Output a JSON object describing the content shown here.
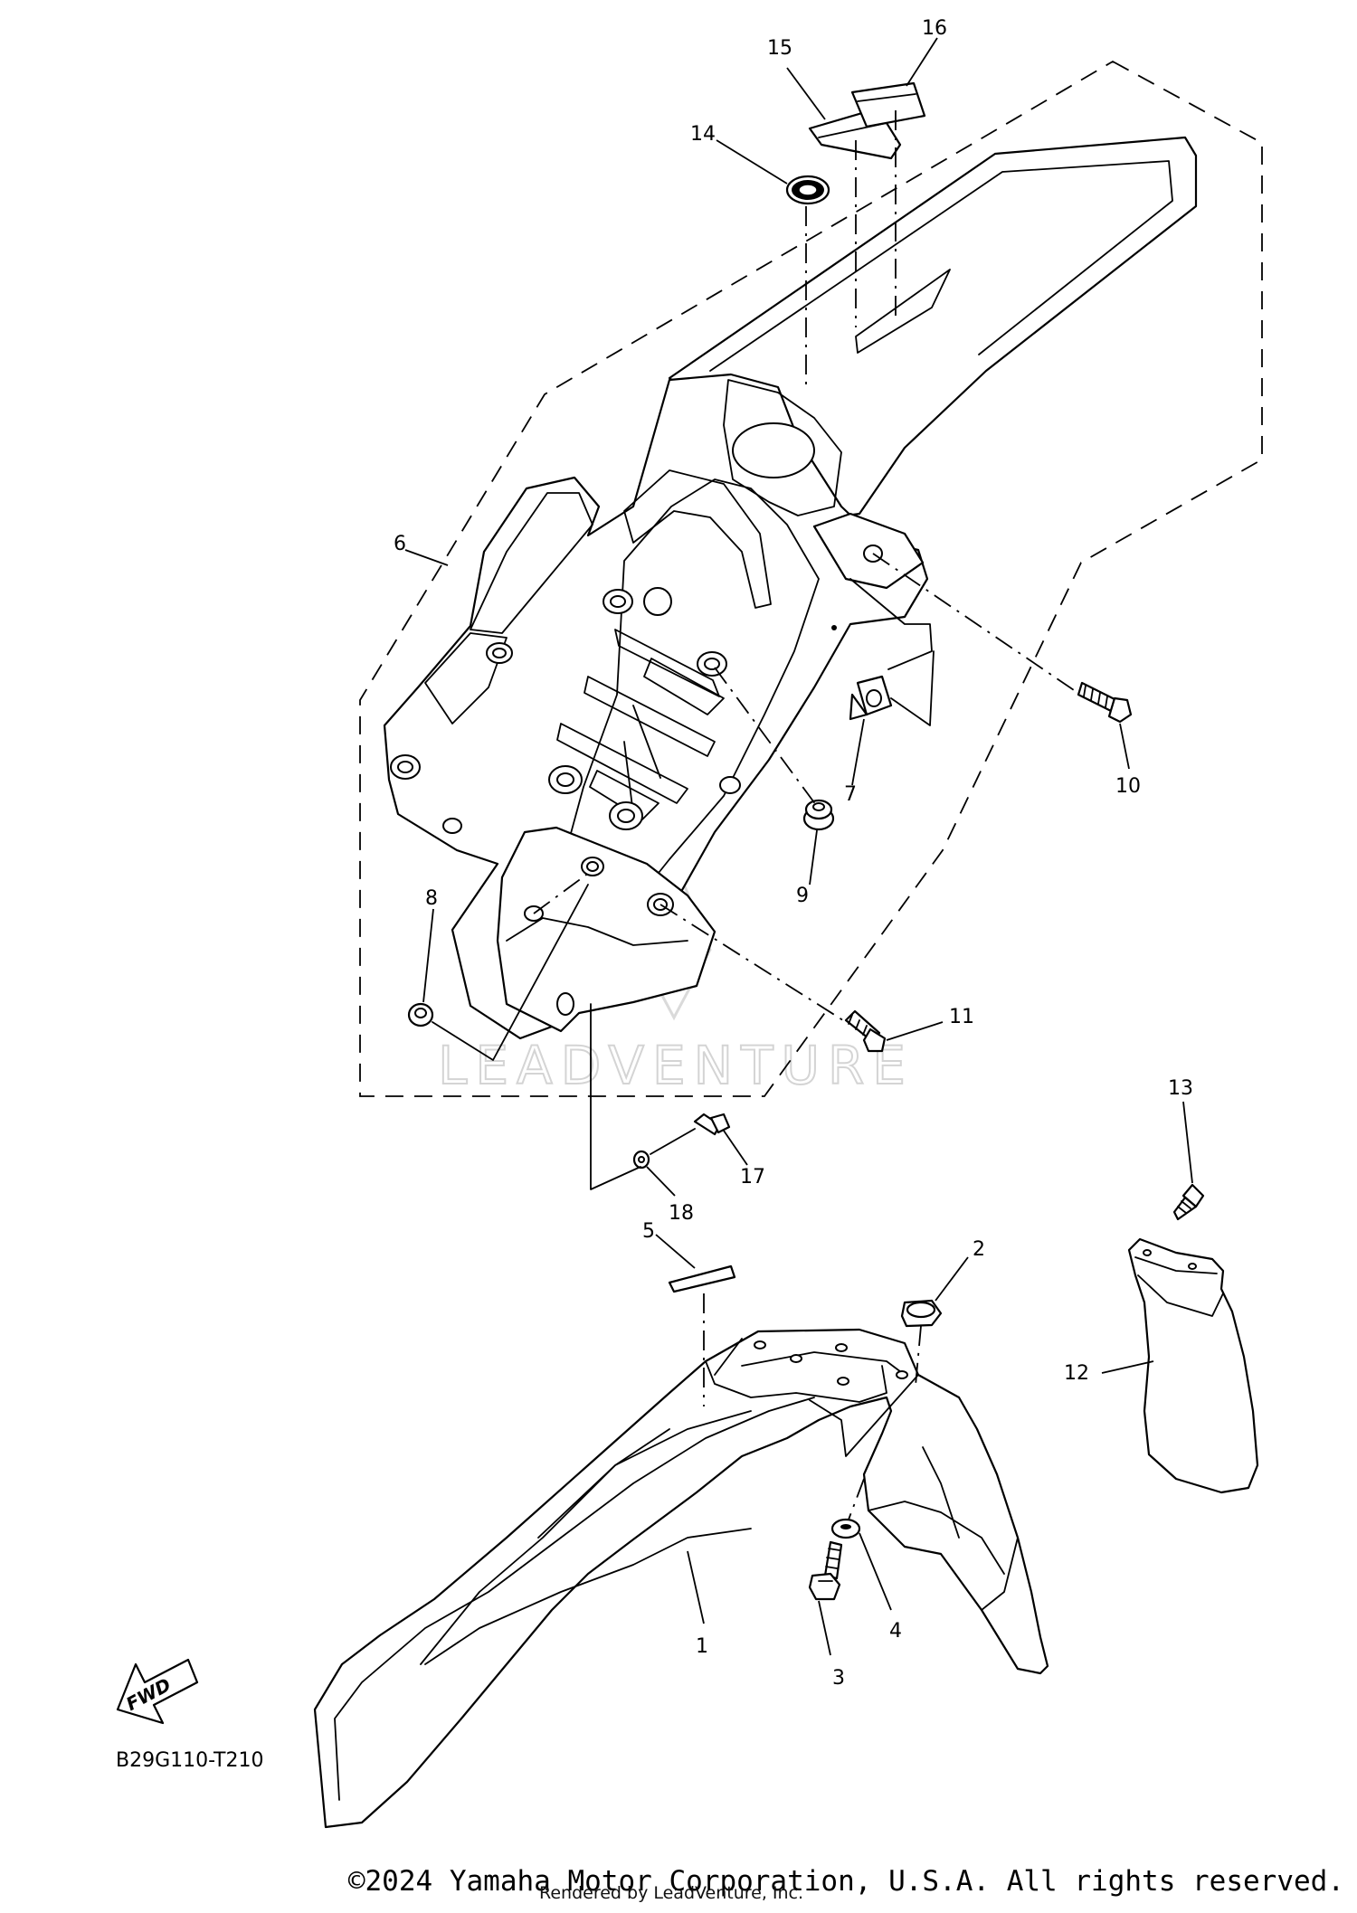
{
  "diagram": {
    "code": "B29G110-T210",
    "fwd_label": "FWD",
    "watermark": "LEADVENTURE",
    "callouts": [
      {
        "id": "1",
        "label": "1"
      },
      {
        "id": "2",
        "label": "2"
      },
      {
        "id": "3",
        "label": "3"
      },
      {
        "id": "4",
        "label": "4"
      },
      {
        "id": "5",
        "label": "5"
      },
      {
        "id": "6",
        "label": "6"
      },
      {
        "id": "7",
        "label": "7"
      },
      {
        "id": "8",
        "label": "8"
      },
      {
        "id": "9",
        "label": "9"
      },
      {
        "id": "10",
        "label": "10"
      },
      {
        "id": "11",
        "label": "11"
      },
      {
        "id": "12",
        "label": "12"
      },
      {
        "id": "13",
        "label": "13"
      },
      {
        "id": "14",
        "label": "14"
      },
      {
        "id": "15",
        "label": "15"
      },
      {
        "id": "16",
        "label": "16"
      },
      {
        "id": "17",
        "label": "17"
      },
      {
        "id": "18",
        "label": "18"
      }
    ]
  },
  "footer": {
    "copyright": "©2024 Yamaha Motor Corporation, U.S.A. All rights reserved.",
    "rendered_by": "Rendered by LeadVenture, Inc."
  }
}
